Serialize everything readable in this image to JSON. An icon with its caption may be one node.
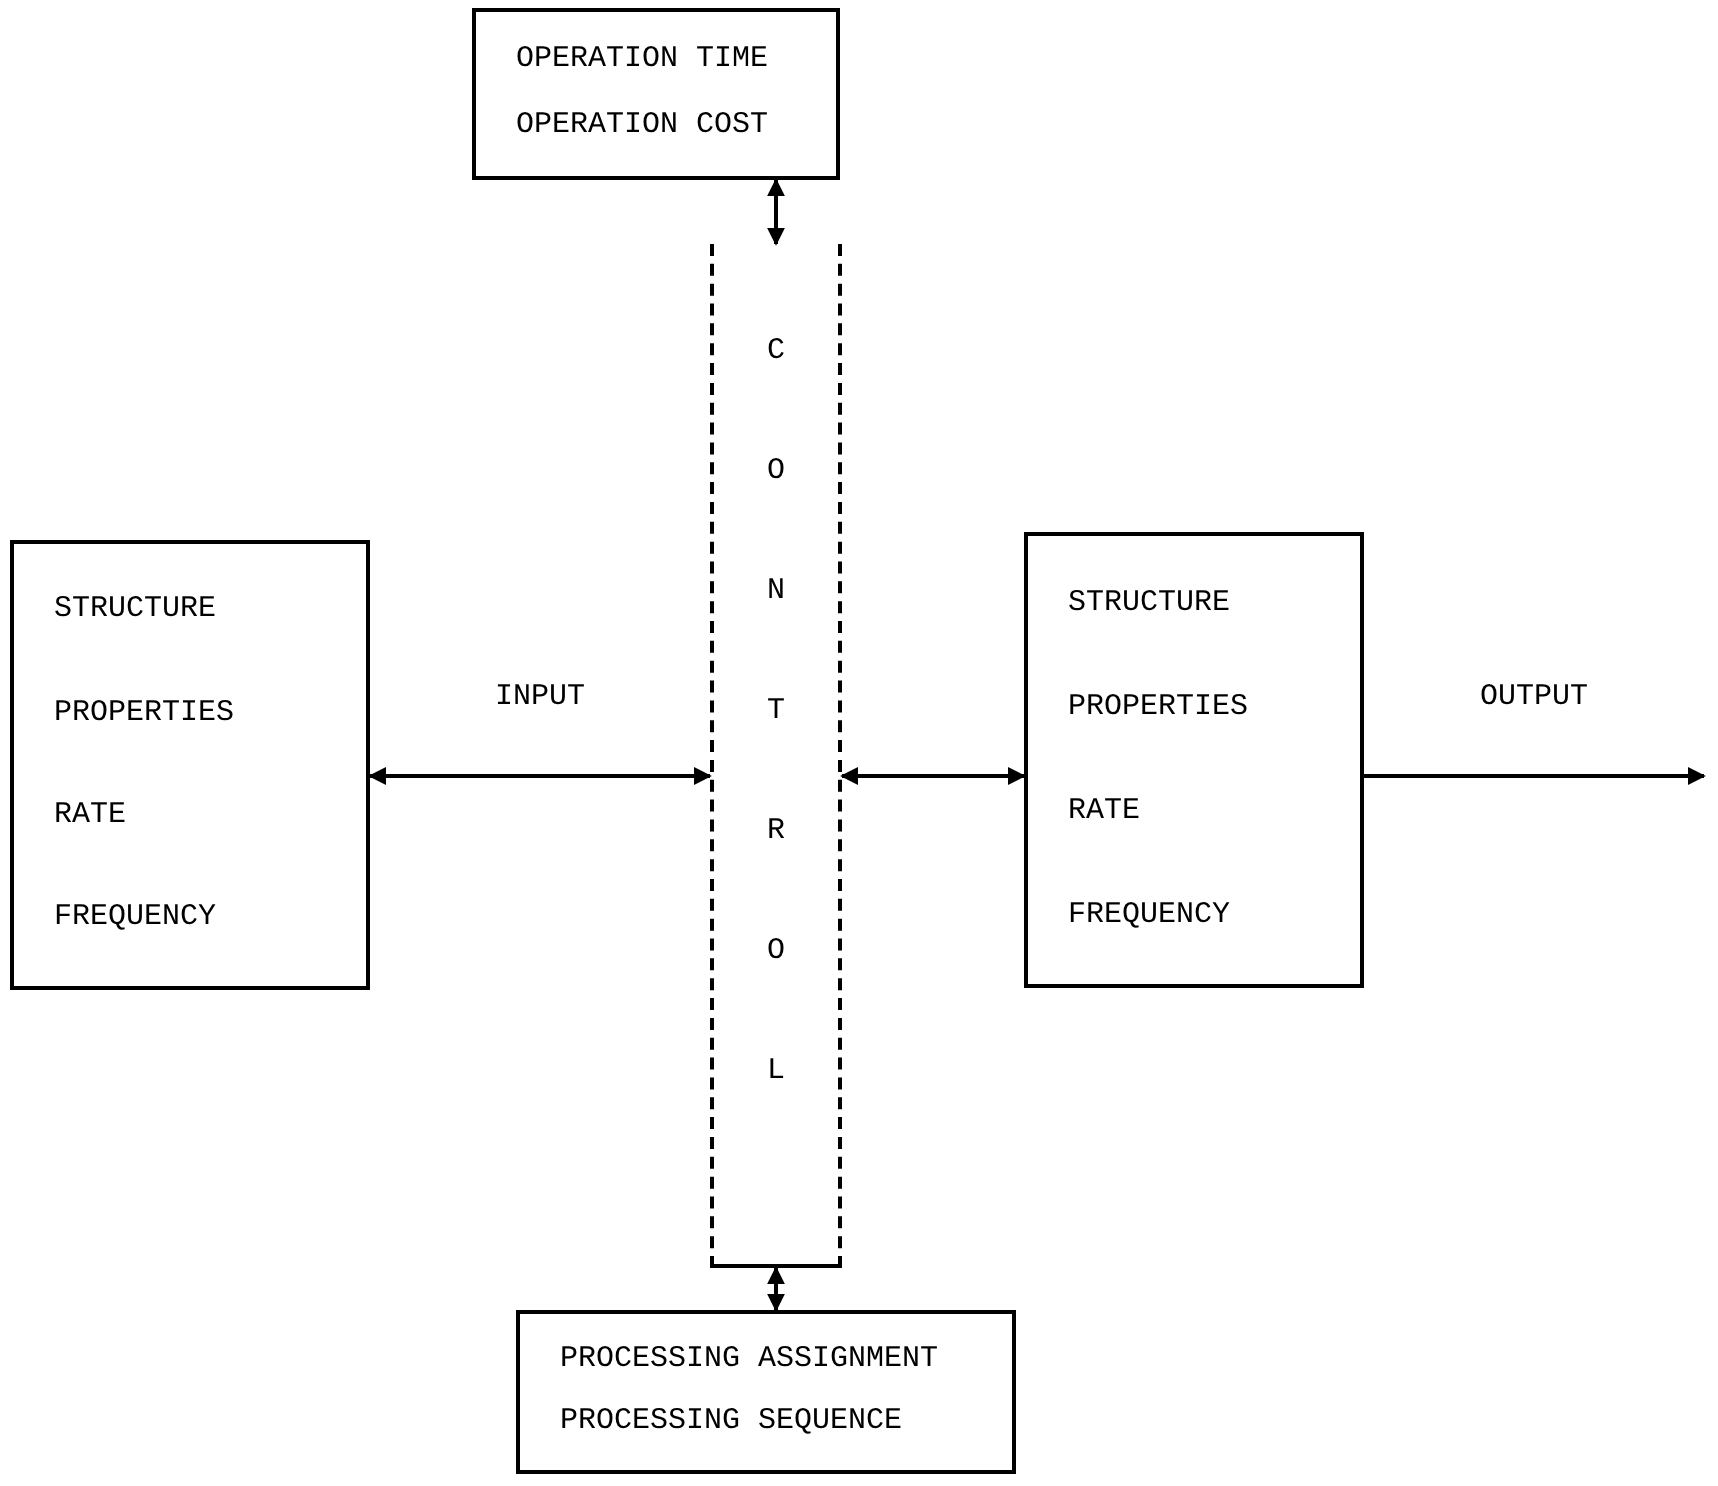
{
  "diagram": {
    "nodes": [
      {
        "text": [
          "OPERATION TIME",
          "OPERATION COST"
        ]
      },
      {
        "text": [
          "CONTROL"
        ]
      },
      {
        "text": [
          "STRUCTURE",
          "PROPERTIES",
          "RATE",
          "FREQUENCY"
        ]
      },
      {
        "text": [
          "STRUCTURE",
          "PROPERTIES",
          "RATE",
          "FREQUENCY"
        ]
      },
      {
        "text": [
          "PROCESSING ASSIGNMENT",
          "PROCESSING SEQUENCE"
        ]
      }
    ],
    "edges": [
      {
        "from": 0,
        "to": 1,
        "arrow": "both"
      },
      {
        "from": 2,
        "to": 1,
        "arrow": "both",
        "label": "INPUT"
      },
      {
        "from": 1,
        "to": 3,
        "arrow": "both"
      },
      {
        "from": 3,
        "to": null,
        "arrow": "to",
        "label": "OUTPUT"
      },
      {
        "from": 1,
        "to": 4,
        "arrow": "both"
      }
    ]
  }
}
